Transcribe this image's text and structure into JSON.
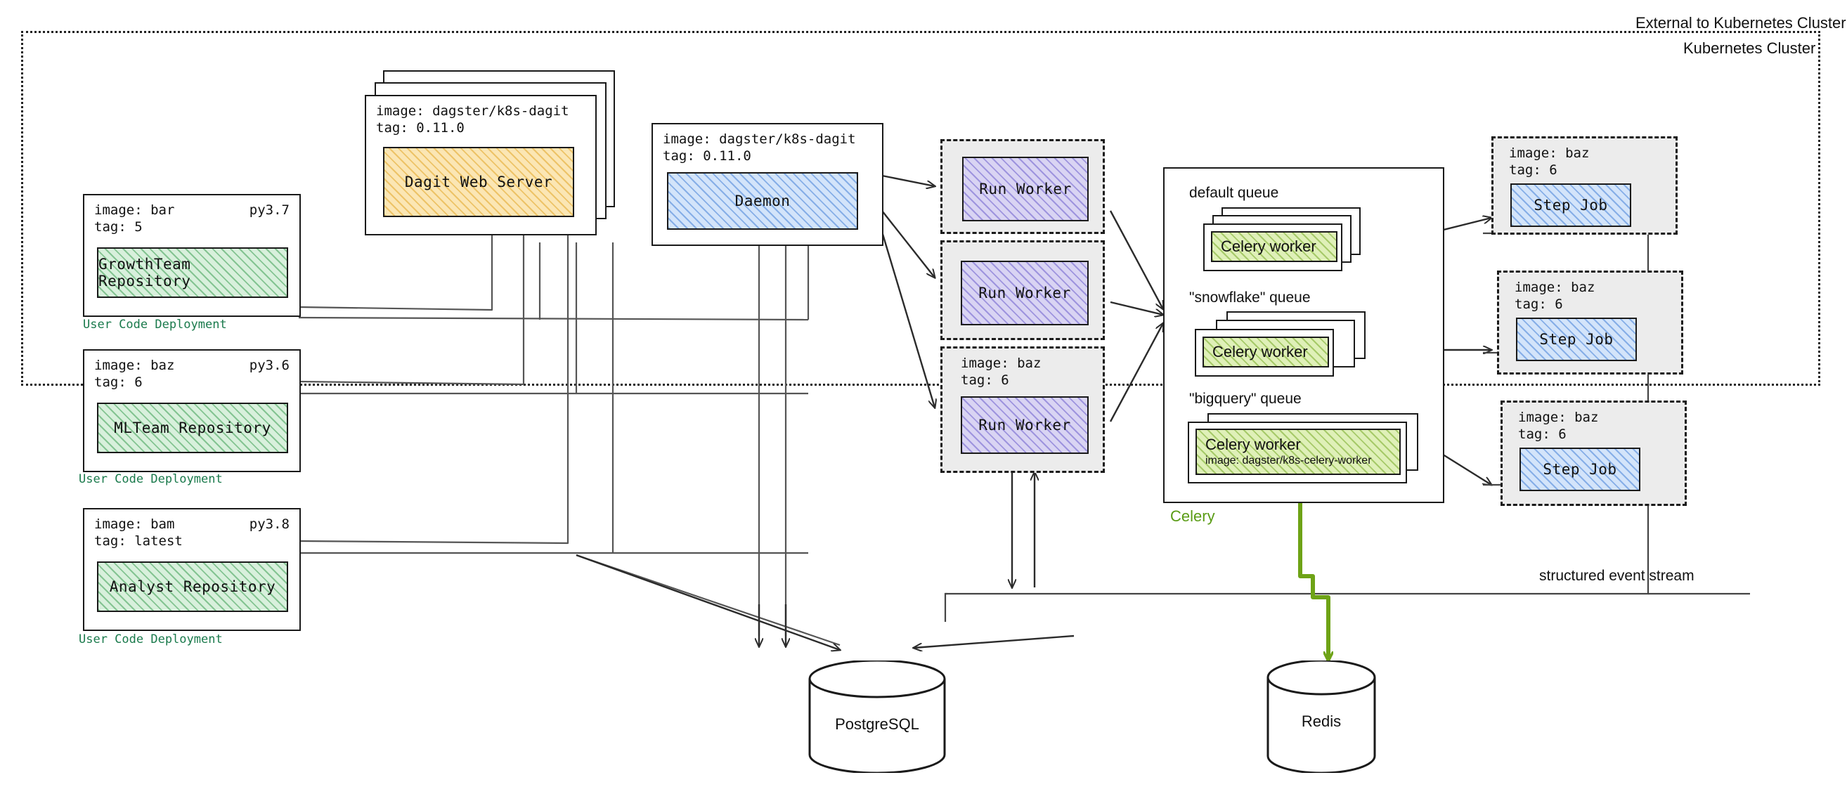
{
  "diagram": {
    "title_external": "External to Kubernetes Cluster",
    "title_cluster": "Kubernetes Cluster",
    "structured_event_stream": "structured event stream",
    "celery_label": "Celery",
    "colors": {
      "green": "#3fa055",
      "yellow": "#e2a628",
      "blue": "#4682d7",
      "purple": "#6e5fcd",
      "lightgreen": "#78aa28",
      "caption_green": "#1a7a4c",
      "celery_green": "#5a9c15",
      "stroke": "#1a1a1a"
    }
  },
  "user_code_deployments": [
    {
      "image_line": "image: bar",
      "tag_line": "tag: 5",
      "python": "py3.7",
      "repository": "GrowthTeam Repository",
      "caption": "User Code Deployment"
    },
    {
      "image_line": "image: baz",
      "tag_line": "tag: 6",
      "python": "py3.6",
      "repository": "MLTeam Repository",
      "caption": "User Code Deployment"
    },
    {
      "image_line": "image: bam",
      "tag_line": "tag: latest",
      "python": "py3.8",
      "repository": "Analyst Repository",
      "caption": "User Code Deployment"
    }
  ],
  "dagit": {
    "image_line": "image: dagster/k8s-dagit",
    "tag_line": "tag: 0.11.0",
    "label": "Dagit Web Server"
  },
  "daemon": {
    "image_line": "image: dagster/k8s-dagit",
    "tag_line": "tag: 0.11.0",
    "label": "Daemon"
  },
  "run_workers": [
    {
      "label": "Run Worker",
      "image_line": "",
      "tag_line": ""
    },
    {
      "label": "Run Worker",
      "image_line": "",
      "tag_line": ""
    },
    {
      "label": "Run Worker",
      "image_line": "image: baz",
      "tag_line": "tag: 6"
    }
  ],
  "celery": {
    "queues": [
      {
        "name": "default queue",
        "worker_label": "Celery worker",
        "worker_image": "",
        "stacked": true
      },
      {
        "name": "\"snowflake\" queue",
        "worker_label": "Celery worker",
        "worker_image": "",
        "stacked": true
      },
      {
        "name": "\"bigquery\" queue",
        "worker_label": "Celery worker",
        "worker_image": "image: dagster/k8s-celery-worker",
        "stacked": true
      }
    ]
  },
  "step_jobs": [
    {
      "image_line": "image: baz",
      "tag_line": "tag: 6",
      "label": "Step Job"
    },
    {
      "image_line": "image: baz",
      "tag_line": "tag: 6",
      "label": "Step Job"
    },
    {
      "image_line": "image: baz",
      "tag_line": "tag: 6",
      "label": "Step Job"
    }
  ],
  "databases": [
    {
      "name": "PostgreSQL"
    },
    {
      "name": "Redis"
    }
  ]
}
